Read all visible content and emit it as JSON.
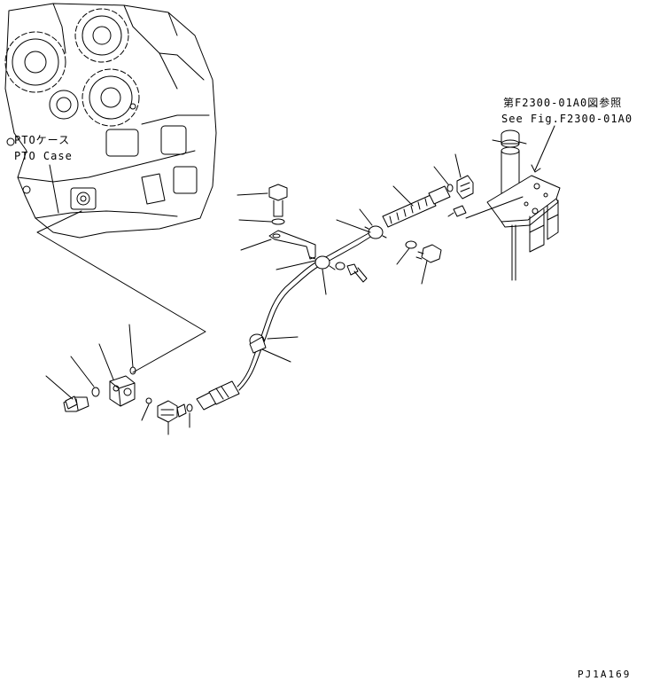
{
  "labels": {
    "pto_case_jp": "PTOケース",
    "pto_case_en": "PTO Case",
    "ref_jp": "第F2300-01A0図参照",
    "ref_en": "See Fig.F2300-01A0"
  },
  "drawing_code": "PJ1A169"
}
